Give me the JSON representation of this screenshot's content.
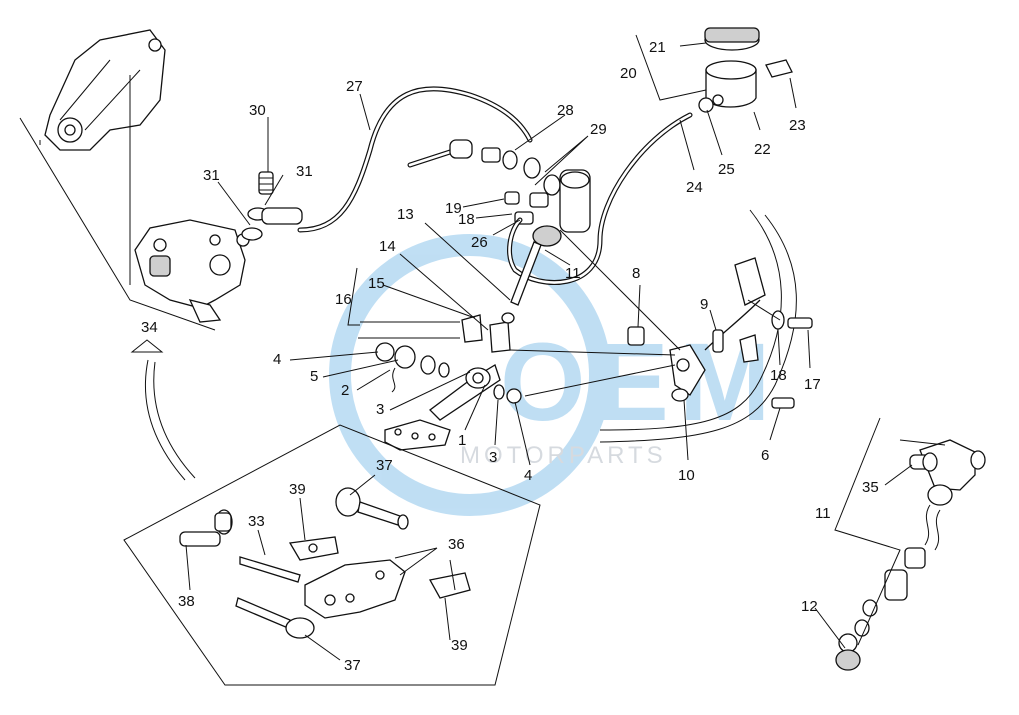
{
  "labels": {
    "l1": "1",
    "l2": "2",
    "l3a": "3",
    "l3b": "3",
    "l4a": "4",
    "l4b": "4",
    "l5": "5",
    "l6": "6",
    "l8": "8",
    "l9": "9",
    "l10": "10",
    "l11a": "11",
    "l11b": "11",
    "l12": "12",
    "l13": "13",
    "l14": "14",
    "l15": "15",
    "l16": "16",
    "l17": "17",
    "l18a": "18",
    "l18b": "18",
    "l19": "19",
    "l20": "20",
    "l21": "21",
    "l22": "22",
    "l23": "23",
    "l24": "24",
    "l25": "25",
    "l26": "26",
    "l27": "27",
    "l28": "28",
    "l29": "29",
    "l30": "30",
    "l31a": "31",
    "l31b": "31",
    "l33": "33",
    "l34": "34",
    "l35": "35",
    "l36": "36",
    "l37a": "37",
    "l37b": "37",
    "l38": "38",
    "l39a": "39",
    "l39b": "39"
  },
  "watermark": {
    "brand": "OEM",
    "sub": "MOTORPARTS",
    "color": "#4aa3df"
  }
}
